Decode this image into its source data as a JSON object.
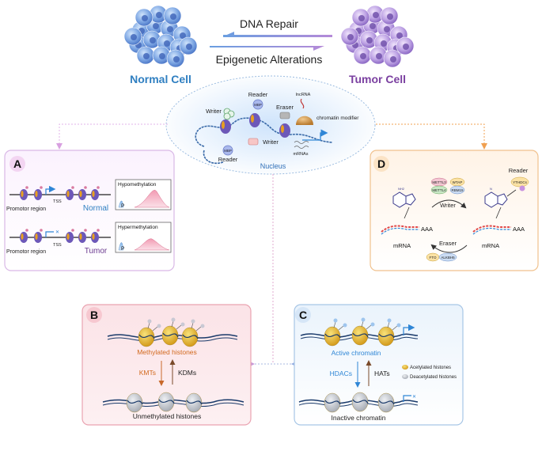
{
  "header": {
    "dna_repair": "DNA Repair",
    "epigenetic": "Epigenetic Alterations",
    "normal_cell": "Normal Cell",
    "tumor_cell": "Tumor Cell"
  },
  "nucleus": {
    "title": "Nucleus",
    "writer_left": "Writer",
    "reader_top": "Reader",
    "mbp_top": "MBP",
    "eraser": "Eraser",
    "lncrna": "lncRNA",
    "chromatin_modifier": "chromatin modifier",
    "mbp_bottom": "MBP",
    "reader_bottom": "Reader",
    "writer_mid": "Writer",
    "mrnas": "mRNAs"
  },
  "panel_a": {
    "letter": "A",
    "tss": "TSS",
    "promotor_region": "Promotor region",
    "normal": "Normal",
    "tumor": "Tumor",
    "hypomethylation": "Hypomethylation",
    "hypermethylation": "Hypermethylation",
    "p": "P"
  },
  "panel_b": {
    "letter": "B",
    "methylated_histones": "Methylated histones",
    "kmts": "KMTs",
    "kdms": "KDMs",
    "unmethylated_histones": "Unmethylated histones"
  },
  "panel_c": {
    "letter": "C",
    "active_chromatin": "Active chromatin",
    "hdacs": "HDACs",
    "hats": "HATs",
    "acetylated_histones": "Acetylated histones",
    "deacetylated_histones": "Deacetylated histones",
    "inactive_chromatin": "Inactive chromatin"
  },
  "panel_d": {
    "letter": "D",
    "mettl3": "METTL3",
    "wtap": "WTAP",
    "mettl4": "METTL4",
    "rbm15": "RBM15",
    "writer": "Writer",
    "eraser": "Eraser",
    "fto": "FTO",
    "alkbh5": "ALKBH5",
    "reader": "Reader",
    "ythdc": "YTHDCs",
    "aaa_left": "AAA",
    "aaa_right": "AAA",
    "mrna_left": "mRNA",
    "mrna_right": "mRNA"
  },
  "colors": {
    "normal_blue": "#2f7fc1",
    "tumor_purple": "#7a3fa0",
    "methyl_orange": "#d2691e",
    "active_blue": "#2f86d6",
    "panel_a_border": "#d9b8e6",
    "panel_b_border": "#eaa3b1",
    "panel_c_border": "#a7c6e6",
    "panel_d_border": "#f0c18d"
  }
}
